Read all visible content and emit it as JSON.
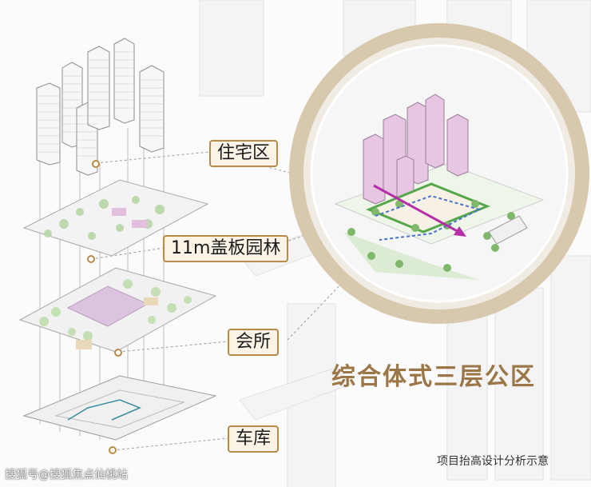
{
  "labels": {
    "residential": "住宅区",
    "garden": "11m盖板园林",
    "clubhouse": "会所",
    "garage": "车库"
  },
  "headline": "综合体式三层公区",
  "caption": "项目抬高设计分析示意",
  "watermark": "搜狐号@搜狐焦点仙桃站",
  "colors": {
    "accent_gold": "#b88a47",
    "headline": "#9b7647",
    "label_fill": "#fbf3e6",
    "tower_pink": "#e6c6e3",
    "greenery": "#7fb86a",
    "arrow_magenta": "#b62fa8"
  }
}
